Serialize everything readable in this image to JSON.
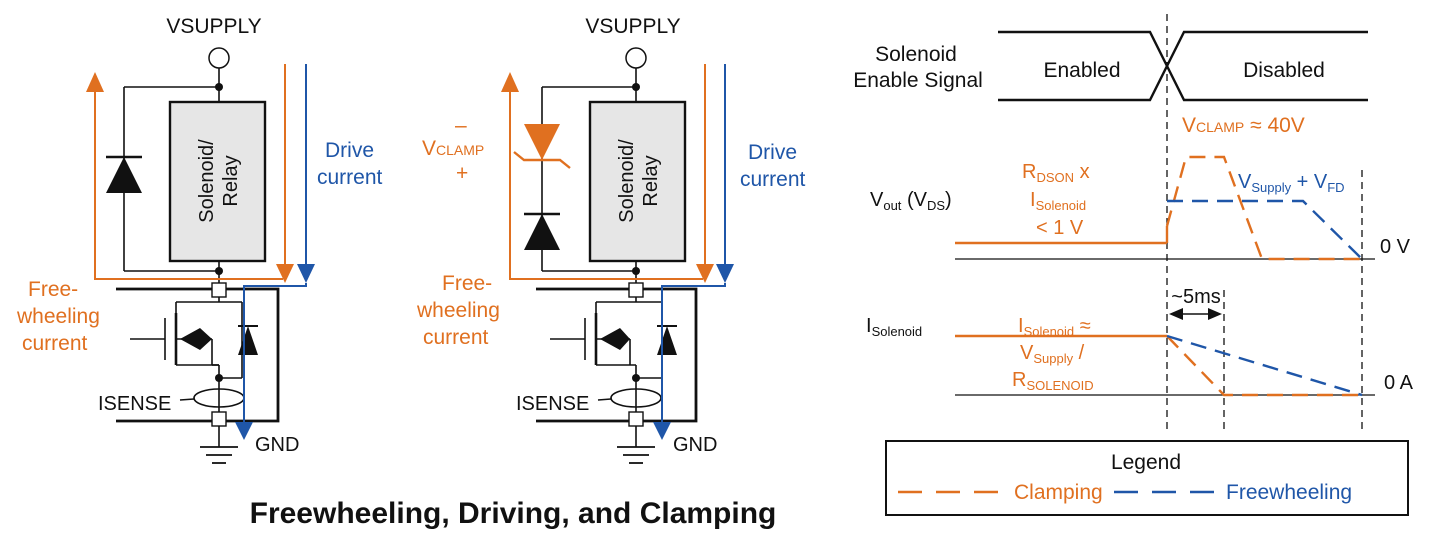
{
  "title": "Freewheeling, Driving, and Clamping",
  "colors": {
    "orange": "#e07020",
    "blue": "#1f56a8",
    "black": "#111111",
    "box_fill": "#e6e6e6"
  },
  "left_circuit": {
    "supply": "VSUPPLY",
    "load_line1": "Solenoid/",
    "load_line2": "Relay",
    "drive_line1": "Drive",
    "drive_line2": "current",
    "free_line1": "Free-",
    "free_line2": "wheeling",
    "free_line3": "current",
    "isense": "ISENSE",
    "gnd": "GND"
  },
  "middle_circuit": {
    "supply": "VSUPPLY",
    "load_line1": "Solenoid/",
    "load_line2": "Relay",
    "drive_line1": "Drive",
    "drive_line2": "current",
    "free_line1": "Free-",
    "free_line2": "wheeling",
    "free_line3": "current",
    "vclamp_main": "V",
    "vclamp_sub": "CLAMP",
    "minus": "–",
    "plus": "+",
    "isense": "ISENSE",
    "gnd": "GND"
  },
  "timing": {
    "enable_line1": "Solenoid",
    "enable_line2": "Enable Signal",
    "enabled": "Enabled",
    "disabled": "Disabled",
    "vclamp_main": "V",
    "vclamp_sub": "CLAMP",
    "vclamp_value": " ≈ 40V",
    "rdson_main": "R",
    "rdson_sub": "DSON",
    "rdson_x": " x",
    "isol_main": "I",
    "isol_sub": "Solenoid",
    "lt1v": "< 1 V",
    "vsupply_main": "V",
    "vsupply_sub": "Supply",
    "plus_vfd": " + V",
    "fd_sub": "FD",
    "vout_main": "V",
    "vout_sub": "out",
    "vds_open": " (V",
    "vds_sub": "DS",
    "vds_close": ")",
    "zero_v": "0 V",
    "isolenoid_main": "I",
    "isolenoid_sub": "Solenoid",
    "ieq_main": "I",
    "ieq_sub": "Solenoid",
    "ieq_suffix": " ≈",
    "vs2_main": "V",
    "vs2_sub": "Supply",
    "vs2_suffix": " /",
    "rsol_main": "R",
    "rsol_sub": "SOLENOID",
    "five_ms": "~5ms",
    "zero_a": "0 A"
  },
  "legend": {
    "title": "Legend",
    "clamping": "Clamping",
    "freewheeling": "Freewheeling"
  }
}
